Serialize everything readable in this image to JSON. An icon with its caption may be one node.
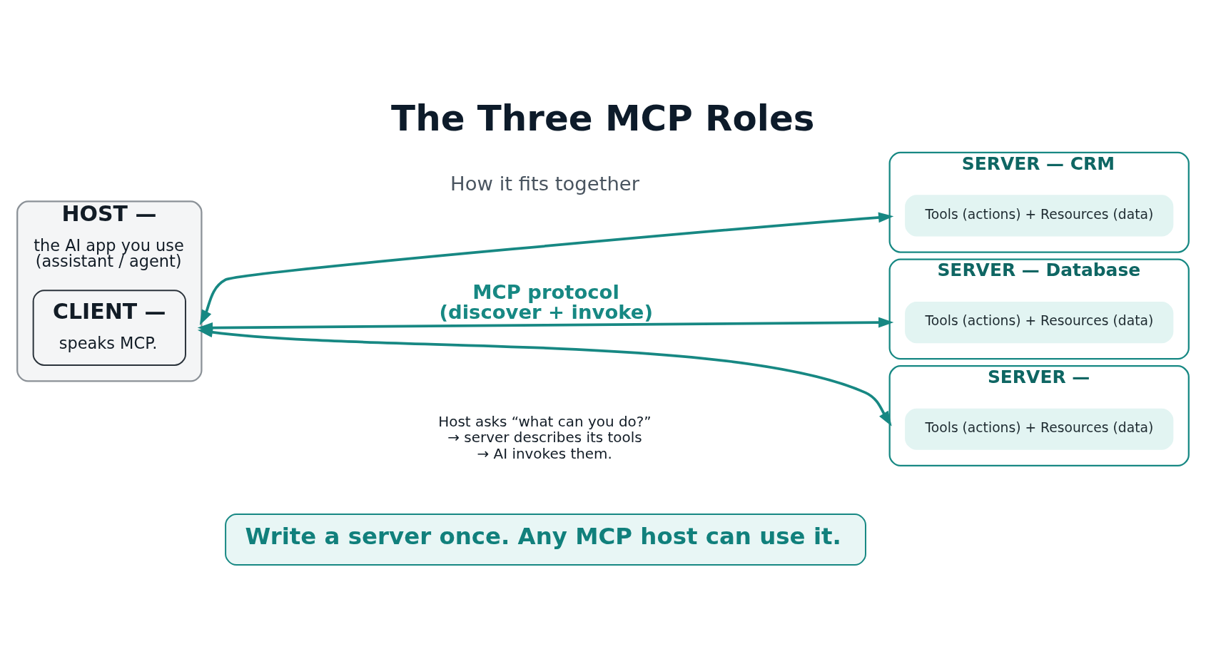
{
  "diagram": {
    "title": "The Three MCP Roles",
    "nodes": [
      {
        "text": [
          "HOST —",
          "the AI app you use (assistant / agent)"
        ]
      },
      {
        "text": [
          "CLIENT —",
          "speaks MCP."
        ],
        "in": 0
      },
      {
        "text": [
          "SERVER — CRM"
        ]
      },
      {
        "text": [
          "Tools (actions) + Resources (data)"
        ],
        "in": 2
      },
      {
        "text": [
          "SERVER — Database"
        ]
      },
      {
        "text": [
          "Tools (actions) + Resources (data)"
        ],
        "in": 4
      },
      {
        "text": [
          "SERVER —"
        ]
      },
      {
        "text": [
          "Tools (actions) + Resources (data)"
        ],
        "in": 6
      },
      {
        "text": [
          "Write a server once. Any MCP host can use it."
        ]
      }
    ],
    "edges": [
      {
        "from": 0,
        "to": 2,
        "arrow": "both"
      },
      {
        "from": 0,
        "to": 4,
        "arrow": "both",
        "label": "MCP protocol (discover + invoke)"
      },
      {
        "from": 0,
        "to": 6,
        "arrow": "both"
      }
    ],
    "labels": [
      "How it fits together",
      "Host asks “what can you do?” → server describes its tools → AI invokes them."
    ]
  }
}
